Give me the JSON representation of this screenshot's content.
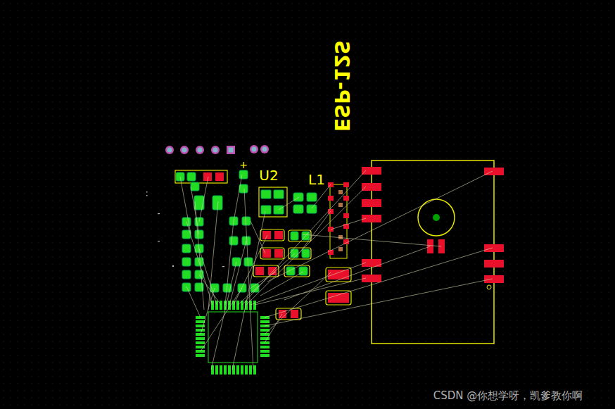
{
  "diagram": {
    "labels": [
      "ESP-12S",
      "U2",
      "L1",
      "+",
      "CSDN @你想学呀，凯爹教你啊"
    ]
  }
}
